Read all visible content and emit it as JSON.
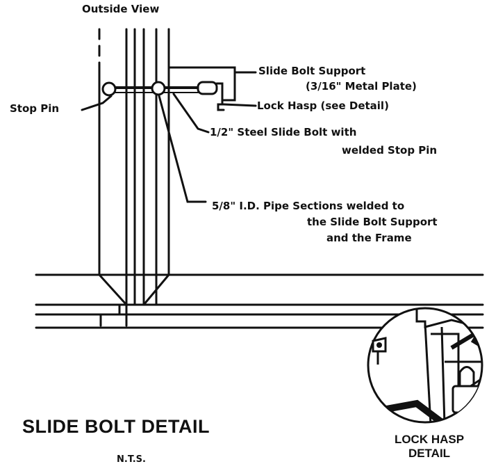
{
  "view_label": "Outside View",
  "labels": {
    "stop_pin": "Stop Pin",
    "slide_bolt_support_1": "Slide Bolt Support",
    "slide_bolt_support_2": "(3/16\" Metal Plate)",
    "lock_hasp_ref": "Lock Hasp (see Detail)",
    "slide_bolt_1": "1/2\" Steel Slide Bolt with",
    "slide_bolt_2": "welded Stop Pin",
    "pipe_1": "5/8\" I.D. Pipe Sections welded to",
    "pipe_2": "the Slide Bolt Support",
    "pipe_3": "and the Frame"
  },
  "title": "SLIDE BOLT DETAIL",
  "subtitle": "N.T.S.",
  "detail_title_1": "LOCK HASP",
  "detail_title_2": "DETAIL",
  "colors": {
    "ink": "#111111",
    "paper": "#ffffff"
  }
}
